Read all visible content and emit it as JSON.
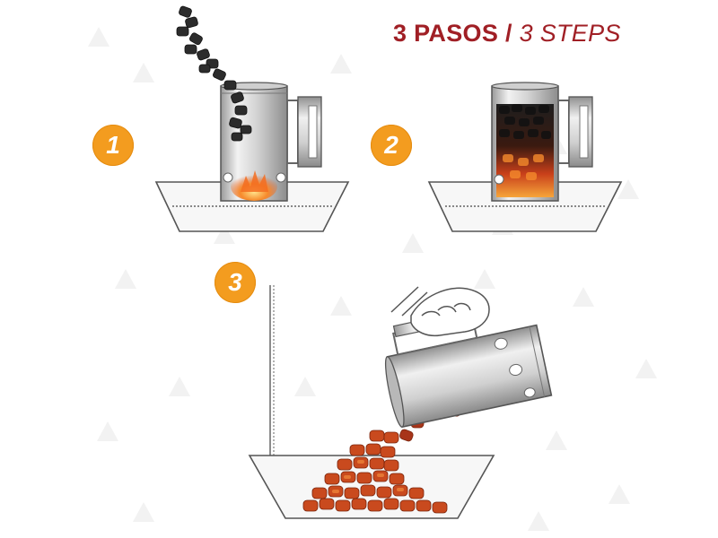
{
  "title": {
    "es": "3 PASOS",
    "separator": "/",
    "en": "3 STEPS",
    "color": "#a01f25"
  },
  "steps": [
    {
      "number": "1"
    },
    {
      "number": "2"
    },
    {
      "number": "3"
    }
  ],
  "colors": {
    "badge": "#f39c1f",
    "charcoal": "#2b2b2b",
    "ember": "#d2461a",
    "flame": "#f7a035",
    "steel": "#c9c9c9"
  }
}
